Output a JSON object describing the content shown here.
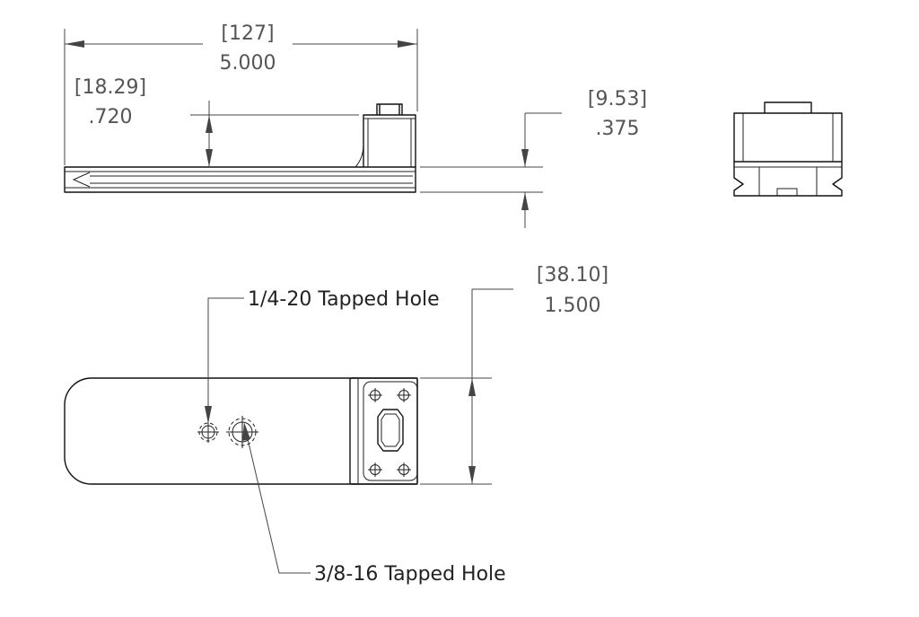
{
  "dimensions": {
    "overall_length": {
      "metric": "[127]",
      "inch": "5.000"
    },
    "upright_height": {
      "metric": "[18.29]",
      "inch": ".720"
    },
    "base_thickness": {
      "metric": "[9.53]",
      "inch": ".375"
    },
    "width": {
      "metric": "[38.10]",
      "inch": "1.500"
    }
  },
  "callouts": {
    "hole_small": "1/4-20 Tapped Hole",
    "hole_large": "3/8-16 Tapped Hole"
  }
}
